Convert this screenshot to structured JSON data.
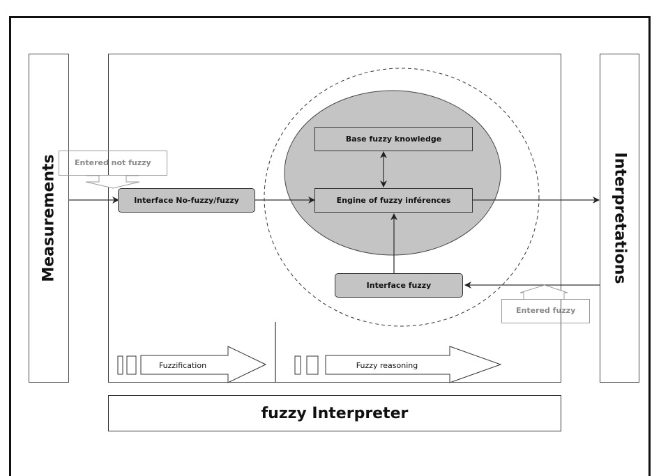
{
  "diagram": {
    "title": "fuzzy Interpreter",
    "input_panel_label": "Measurements",
    "output_panel_label": "Interpretations",
    "nodes": {
      "interface_nofuzzy": "Interface No-fuzzy/fuzzy",
      "knowledge_base": "Base fuzzy knowledge",
      "inference_engine": "Engine of fuzzy inférences",
      "interface_fuzzy": "Interface fuzzy"
    },
    "callouts": {
      "entered_not_fuzzy": "Entered not fuzzy",
      "entered_fuzzy": "Entered fuzzy"
    },
    "stages": [
      {
        "label": "Fuzzification"
      },
      {
        "label": "Fuzzy reasoning"
      }
    ],
    "edges": [
      {
        "from": "Measurements",
        "to": "Interface No-fuzzy/fuzzy"
      },
      {
        "from": "Interface No-fuzzy/fuzzy",
        "to": "Engine of fuzzy inférences"
      },
      {
        "from": "Base fuzzy knowledge",
        "to": "Engine of fuzzy inférences",
        "bidirectional": true
      },
      {
        "from": "Interface fuzzy",
        "to": "Engine of fuzzy inférences"
      },
      {
        "from": "Engine of fuzzy inférences",
        "to": "Interpretations"
      },
      {
        "from": "Interpretations",
        "to": "Interface fuzzy"
      }
    ],
    "colors": {
      "node_fill": "#c4c4c4",
      "ellipse_fill": "#c4c4c4",
      "line": "#333333",
      "callout": "#888888"
    }
  }
}
